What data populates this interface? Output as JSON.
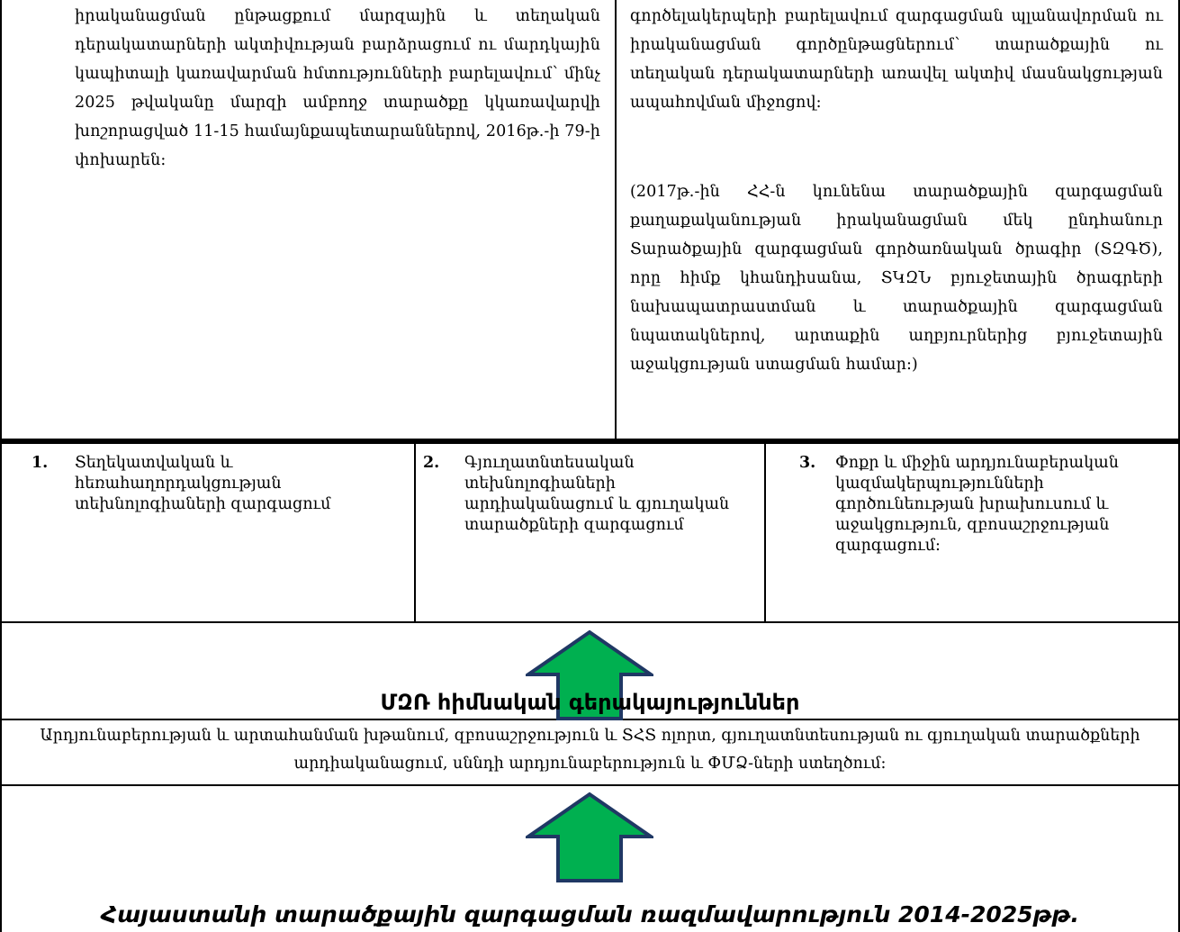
{
  "top_left": {
    "text": "իրականացման ընթացքում մարզային և տեղական դերակատարների ակտիվության բարձրացում ու մարդկային կապիտալի կառավարման հմտությունների բարելավում՝ մինչ 2025 թվականը մարզի ամբողջ տարածքը կկառավարվի խոշորացված 11-15 համայնքապետարաններով, 2016թ.-ի 79-ի փոխարեն:"
  },
  "top_right": {
    "text": "գործելակերպերի բարելավում զարգացման պլանավորման ու իրականացման գործընթացներում՝ տարածքային ու տեղական դերակատարների առավել ակտիվ մասնակցության ապահովման միջոցով:",
    "note": "(2017թ.-ին ՀՀ-ն կունենա տարածքային զարգացման քաղաքականության իրականացման մեկ ընդհանուր Տարածքային զարգացման գործառնական ծրագիր (ՏԶԳԾ), որը հիմք կհանդիսանա, ՏԿԶՆ բյուջետային ծրագրերի նախապատրաստման և տարածքային զարգացման նպատակներով, արտաքին աղբյուրներից բյուջետային աջակցության ստացման համար:)"
  },
  "items": [
    {
      "number": "1.",
      "text": "Տեղեկատվական և հեռահաղորդակցության տեխնոլոգիաների զարգացում"
    },
    {
      "number": "2.",
      "text": "Գյուղատնտեսական տեխնոլոգիաների արդիականացում և գյուղական տարածքների զարգացում"
    },
    {
      "number": "3.",
      "text": "Փոքր և միջին արդյունաբերական կազմակերպությունների գործունեության խրախուսում և աջակցություն, զբոսաշրջության զարգացում:"
    }
  ],
  "priorities_title": "ՄԶՌ հիմնական գերակայություններ",
  "priorities_text": "Արդյունաբերության և արտահանման խթանում, զբոսաշրջություն և ՏՀՏ ոլորտ, գյուղատնտեսության ու գյուղական տարածքների արդիականացում, սննդի արդյունաբերություն և ՓՄՁ-ների ստեղծում:",
  "strategy_title": "Հայաստանի տարածքային զարգացման ռազմավարություն 2014-2025թթ.",
  "colors": {
    "arrow_fill": "#00b050",
    "arrow_stroke": "#1f3864"
  }
}
